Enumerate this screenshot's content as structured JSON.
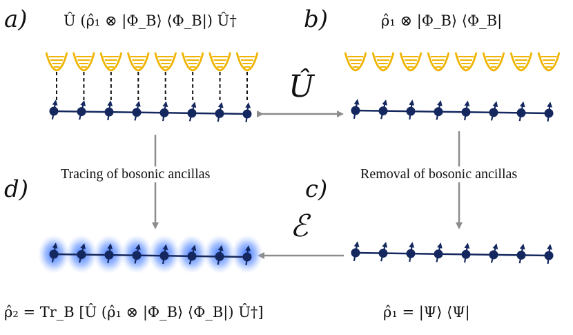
{
  "labels": {
    "a": "a)",
    "b": "b)",
    "c": "c)",
    "d": "d)"
  },
  "formulas": {
    "a": "Û (ρ̂₁ ⊗ |Φ_B⟩ ⟨Φ_B|) Û†",
    "b": "ρ̂₁ ⊗ |Φ_B⟩ ⟨Φ_B|",
    "c": "ρ̂₁ = |Ψ⟩ ⟨Ψ|",
    "d": "ρ̂₂ = Tr_B [Û (ρ̂₁ ⊗ |Φ_B⟩ ⟨Φ_B|) Û†]"
  },
  "operators": {
    "unitary": "Û",
    "channel": "ℰ"
  },
  "captions": {
    "left": "Tracing of bosonic ancillas",
    "right": "Removal of bosonic ancillas"
  },
  "chain": {
    "spins": 8,
    "bosons": 8
  },
  "colors": {
    "spin": "#14285f",
    "boson": "#f0b400",
    "arrow": "#8c8c8c",
    "glow": "#2f6bff"
  }
}
